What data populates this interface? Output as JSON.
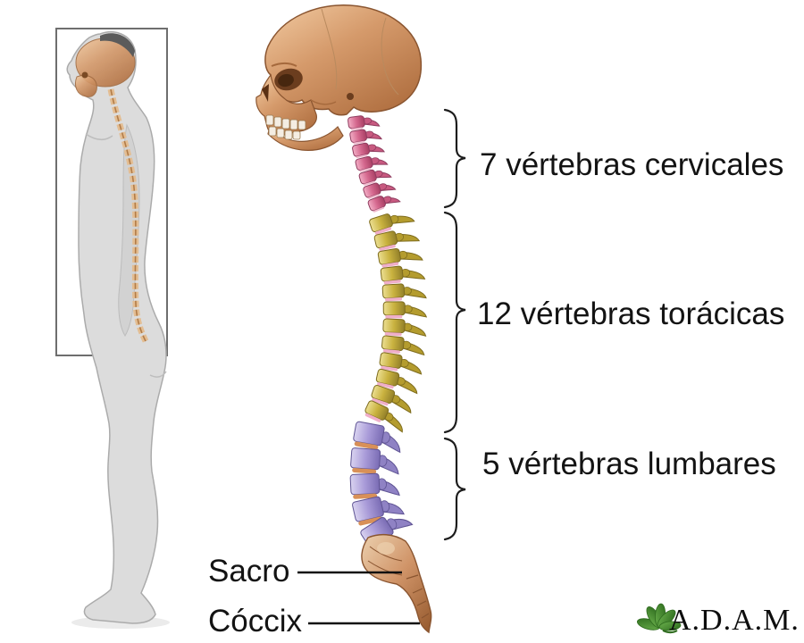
{
  "background": "#ffffff",
  "annotations": {
    "cervical": {
      "label": "7 vértebras cervicales"
    },
    "thoracic": {
      "label": "12 vértebras torácicas"
    },
    "lumbar": {
      "label": "5 vértebras lumbares"
    },
    "sacrum": {
      "label": "Sacro"
    },
    "coccyx": {
      "label": "Cóccix"
    }
  },
  "logo": {
    "text": "A.D.A.M.",
    "icon": "leaf-icon",
    "leaf_color": "#3f8b28",
    "text_color": "#0d0d0d"
  },
  "colors": {
    "cervical_section": "#d4688e",
    "thoracic_section": "#c9b23f",
    "lumbar_section": "#a89ad8",
    "sacrum_coccyx": "#d09468",
    "skull_bone": "#d59a6b",
    "label_text": "#131313"
  }
}
